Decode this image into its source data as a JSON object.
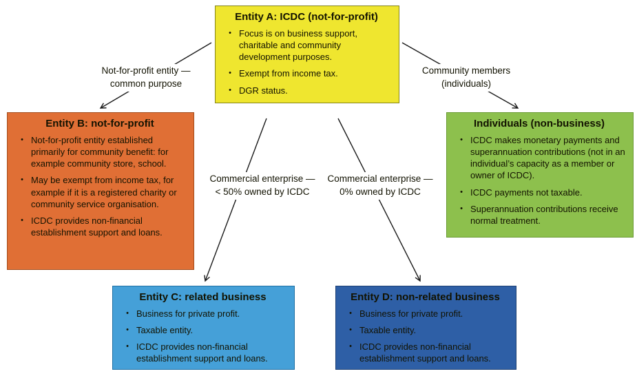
{
  "diagram": {
    "nodes": {
      "entity_a": {
        "title": "Entity A: ICDC (not-for-profit)",
        "color": "#efe62f",
        "bullets": [
          "Focus is on business support, charitable and community development purposes.",
          "Exempt from income tax.",
          "DGR status."
        ]
      },
      "entity_b": {
        "title": "Entity B: not-for-profit",
        "color": "#e06f35",
        "bullets": [
          "Not-for-profit entity established primarily for community benefit: for example community store, school.",
          "May be exempt from income tax, for example if it is a registered charity or community service organisation.",
          "ICDC provides non-financial establishment support and loans."
        ]
      },
      "individuals": {
        "title": "Individuals (non-business)",
        "color": "#8dc04d",
        "bullets": [
          "ICDC makes monetary payments and superannuation contributions (not in an individual’s capacity as a member or owner of ICDC).",
          "ICDC payments not taxable.",
          "Superannuation contributions receive normal treatment."
        ]
      },
      "entity_c": {
        "title": "Entity C: related business",
        "color": "#45a0d8",
        "bullets": [
          "Business for private profit.",
          "Taxable entity.",
          "ICDC provides non-financial establishment support and loans."
        ]
      },
      "entity_d": {
        "title": "Entity D: non-related business",
        "color": "#2e5fa6",
        "bullets": [
          "Business for private profit.",
          "Taxable entity.",
          "ICDC provides non-financial establishment support and loans."
        ]
      }
    },
    "edges": {
      "a_to_b": {
        "label": "Not-for-profit entity —\ncommon purpose"
      },
      "a_to_individuals": {
        "label": "Community members\n(individuals)"
      },
      "a_to_c": {
        "label": "Commercial enterprise —\n< 50% owned by ICDC"
      },
      "a_to_d": {
        "label": "Commercial enterprise —\n0% owned by ICDC"
      }
    },
    "bullet_glyph": "•",
    "arrow_color": "#1a1a1a"
  }
}
